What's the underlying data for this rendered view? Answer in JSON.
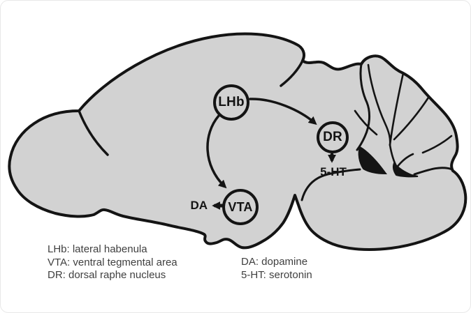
{
  "diagram": {
    "title": "Rodent brain sagittal diagram: LHb projections to DR and VTA",
    "nodes": {
      "lhb": {
        "label": "LHb"
      },
      "dr": {
        "label": "DR"
      },
      "vta": {
        "label": "VTA"
      }
    },
    "neurotransmitters": {
      "serotonin": {
        "label": "5-HT"
      },
      "dopamine": {
        "label": "DA"
      }
    },
    "edges": [
      {
        "from": "LHb",
        "to": "DR",
        "type": "curved-arrow"
      },
      {
        "from": "LHb",
        "to": "VTA",
        "type": "curved-arrow"
      },
      {
        "from": "DR",
        "to": "5-HT",
        "type": "release-arrow"
      },
      {
        "from": "VTA",
        "to": "DA",
        "type": "release-arrow"
      }
    ],
    "legend": {
      "left": [
        "LHb: lateral habenula",
        "VTA: ventral tegmental area",
        "DR: dorsal raphe nucleus"
      ],
      "right": [
        "DA: dopamine",
        "5-HT: serotonin"
      ]
    },
    "colors": {
      "brain_fill": "#d2d2d2",
      "line": "#141414",
      "text": "#3f3f3f",
      "background": "#ffffff",
      "card_border": "#e8e8e8"
    }
  }
}
